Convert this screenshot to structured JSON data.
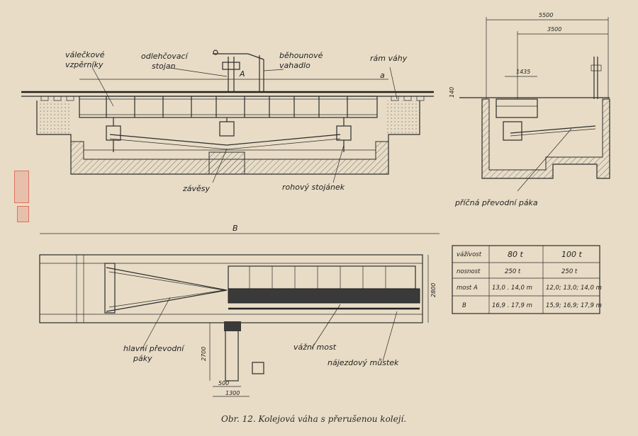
{
  "labels": {
    "rollers": "válečkové\nvzpěrníky",
    "stand": "odlehčovací\nstojan",
    "running_gear": "běhounové\nvahadlo",
    "frame": "rám váhy",
    "hangers": "závěsy",
    "corner_stand": "rohový stojánek",
    "cross_lever": "příčná převodní páka",
    "main_lever": "hlavní převodní\npáky",
    "bridge": "vážní most",
    "ramp": "nájezdový můstek",
    "A": "A",
    "a": "a",
    "B": "B"
  },
  "dimensions": {
    "d5500": "5500",
    "d3500": "3500",
    "d1435": "1435",
    "d140": "140",
    "d2800": "2800",
    "d2700": "2700",
    "d500": "500",
    "d1300": "1300"
  },
  "table": {
    "col_header_label": "vážívost",
    "cols": [
      "80 t",
      "100 t"
    ],
    "rows": [
      {
        "label": "nosnost",
        "vals": [
          "250 t",
          "250 t"
        ]
      },
      {
        "label": "most A",
        "vals": [
          "13,0 . 14,0 m",
          "12,0; 13,0; 14,0 m"
        ]
      },
      {
        "label": "B",
        "vals": [
          "16,9 . 17,9 m",
          "15,9; 16,9; 17,9 m"
        ]
      }
    ]
  },
  "caption": "Obr. 12. Kolejová váha s přerušenou kolejí.",
  "colors": {
    "paper": "#e8dcc6",
    "ink": "#2b2b2b"
  }
}
